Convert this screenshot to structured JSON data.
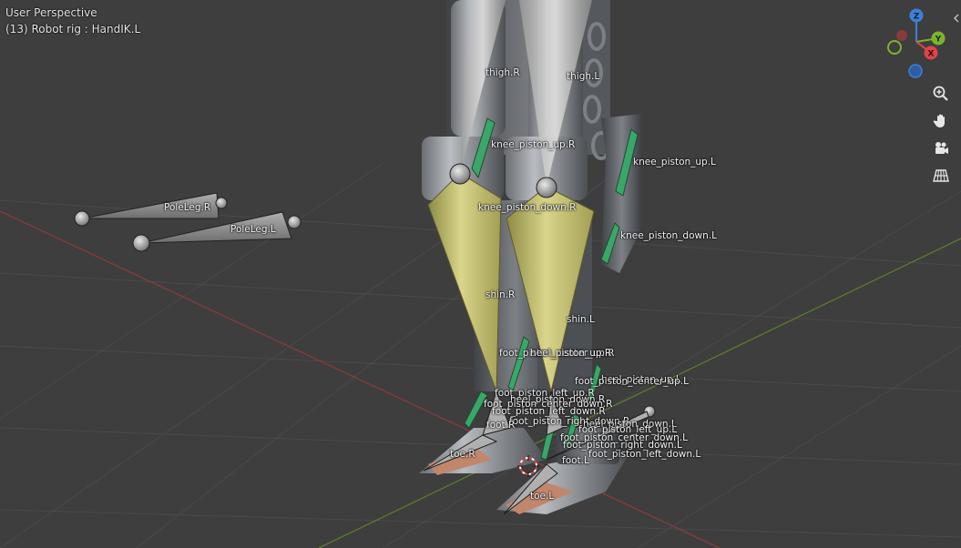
{
  "viewport": {
    "view_name": "User Perspective",
    "active_object": "(13) Robot rig : HandIK.L"
  },
  "gizmo": {
    "axis_z": "Z",
    "axis_y": "Y",
    "axis_x": "X",
    "colors": {
      "x": "#e0434b",
      "y": "#7ab52d",
      "z": "#3e7fd8",
      "neg_x": "#8a3a3f",
      "neg_y": "#55781f",
      "neg_z": "#2e5da0"
    }
  },
  "tools": [
    {
      "name": "zoom",
      "icon": "zoom-icon"
    },
    {
      "name": "pan",
      "icon": "hand-icon"
    },
    {
      "name": "camera",
      "icon": "camera-icon"
    },
    {
      "name": "ortho",
      "icon": "grid-icon"
    }
  ],
  "bone_labels": [
    {
      "id": "thigh-r",
      "text": "thigh.R"
    },
    {
      "id": "thigh-l",
      "text": "thigh.L"
    },
    {
      "id": "knee-piston-up-r",
      "text": "knee_piston_up.R"
    },
    {
      "id": "knee-piston-up-l",
      "text": "knee_piston_up.L"
    },
    {
      "id": "poleleg-r",
      "text": "PoleLeg.R"
    },
    {
      "id": "poleleg-l",
      "text": "PoleLeg.L"
    },
    {
      "id": "knee-piston-down-r",
      "text": "knee_piston_down.R"
    },
    {
      "id": "knee-piston-down-l",
      "text": "knee_piston_down.L"
    },
    {
      "id": "shin-r",
      "text": "shin.R"
    },
    {
      "id": "shin-l",
      "text": "shin.L"
    },
    {
      "id": "foot-piston-center-up-r",
      "text": "foot_piston_center_up.R"
    },
    {
      "id": "heel-piston-up-r",
      "text": "heel_piston_up.R"
    },
    {
      "id": "heel-piston-up-l",
      "text": "heel_piston_up.L"
    },
    {
      "id": "foot-piston-center-up-l",
      "text": "foot_piston_center_up.L"
    },
    {
      "id": "foot-piston-left-up-r",
      "text": "foot_piston_left_up.R"
    },
    {
      "id": "heel-piston-down-r",
      "text": "heel_piston_down.R"
    },
    {
      "id": "foot-piston-center-down-r",
      "text": "foot_piston_center_down.R"
    },
    {
      "id": "foot-piston-left-down-r",
      "text": "foot_piston_left_down.R"
    },
    {
      "id": "foot-piston-right-down-r",
      "text": "foot_piston_right_down.R"
    },
    {
      "id": "heel-piston-down-l",
      "text": "heel_piston_down.L"
    },
    {
      "id": "foot-r",
      "text": "foot.R"
    },
    {
      "id": "foot-piston-left-up-l",
      "text": "foot_piston_left_up.L"
    },
    {
      "id": "foot-piston-center-down-l",
      "text": "foot_piston_center_down.L"
    },
    {
      "id": "foot-piston-right-down-l",
      "text": "foot_piston_right_down.L"
    },
    {
      "id": "toe-r",
      "text": "toe.R"
    },
    {
      "id": "foot-piston-left-down-l",
      "text": "foot_piston_left_down.L"
    },
    {
      "id": "foot-l",
      "text": "foot.L"
    },
    {
      "id": "toe-l",
      "text": "toe.L"
    }
  ]
}
